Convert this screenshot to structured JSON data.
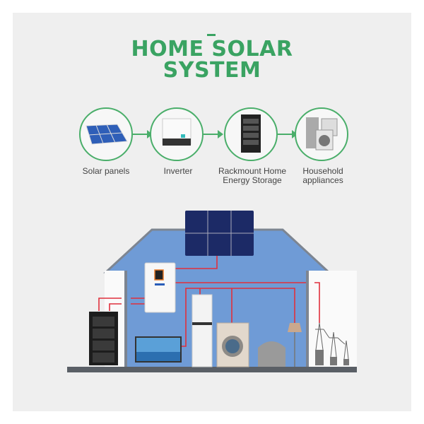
{
  "title": {
    "line1": "HOME SOLAR",
    "line2": "SYSTEM"
  },
  "colors": {
    "accent_green": "#3aa362",
    "house_blue": "#6f9bd6",
    "wire_red": "#e0303c"
  },
  "flow": [
    {
      "label": "Solar panels",
      "icon": "solar-panel-icon"
    },
    {
      "label": "Inverter",
      "icon": "inverter-icon"
    },
    {
      "label": "Rackmount Home Energy Storage",
      "icon": "battery-rack-icon"
    },
    {
      "label": "Household appliances",
      "icon": "appliances-icon"
    }
  ]
}
